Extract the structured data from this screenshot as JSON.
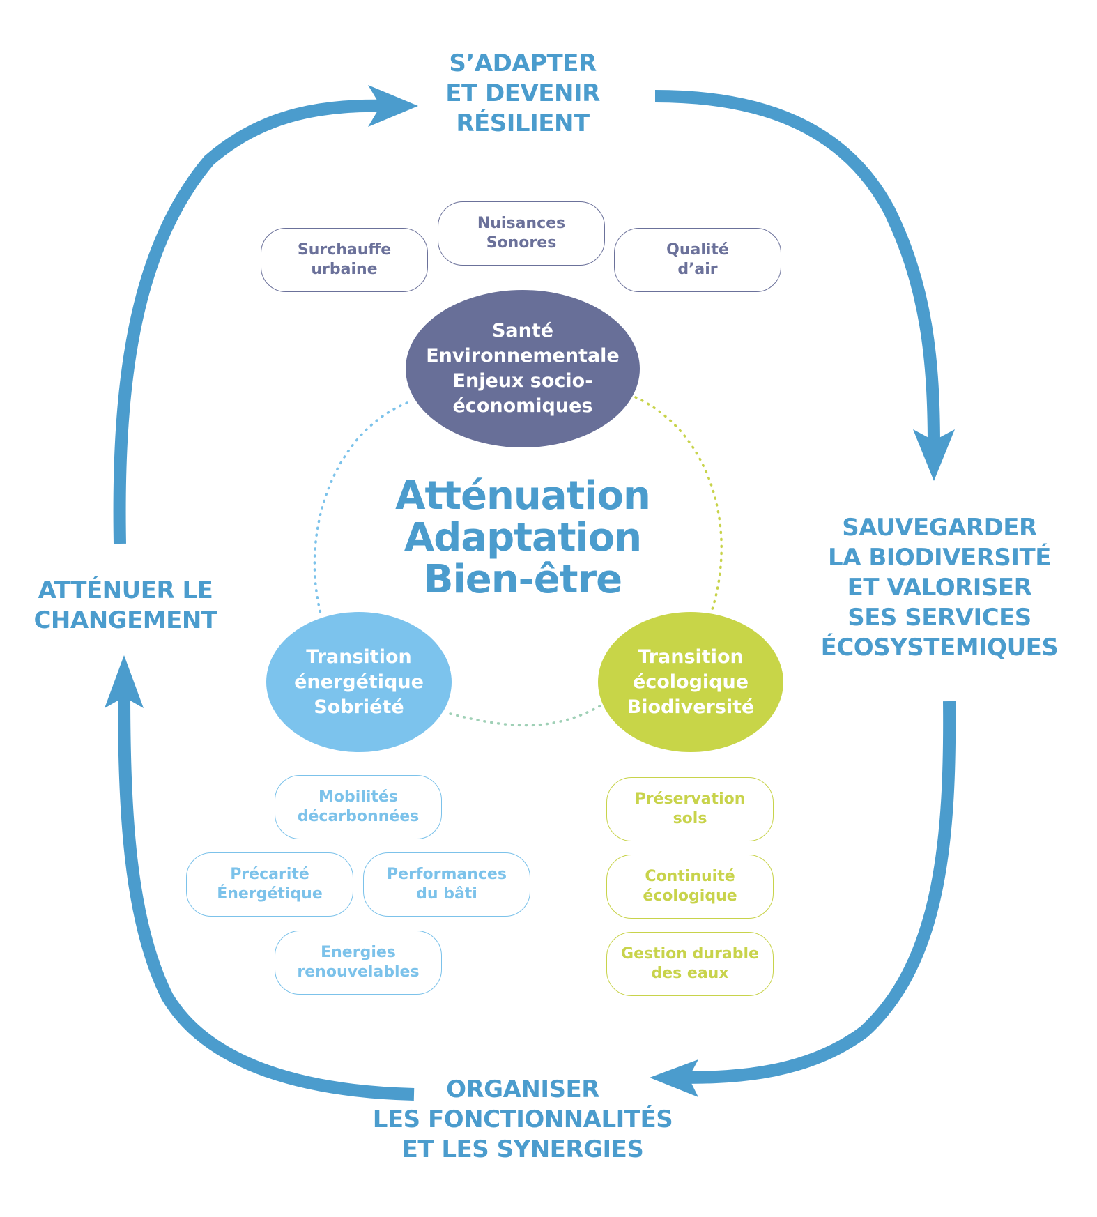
{
  "colors": {
    "cycle_blue": "#4b9ccd",
    "health": "#686f98",
    "energy": "#7cc3ed",
    "eco": "#c8d548"
  },
  "cycle": {
    "top": "S’ADAPTER\nET DEVENIR\nRÉSILIENT",
    "right": "SAUVEGARDER\nLA BIODIVERSITÉ\nET VALORISER\nSES SERVICES\nÉCOSYSTEMIQUES",
    "bottom": "ORGANISER\nLES FONCTIONNALITÉS\nET LES SYNERGIES",
    "left": "ATTÉNUER LE\nCHANGEMENT"
  },
  "center": {
    "title": "Atténuation\nAdaptation\nBien-être"
  },
  "health": {
    "label": "Santé\nEnvironnementale\nEnjeux socio-\néconomiques",
    "items": [
      "Surchauffe\nurbaine",
      "Nuisances\nSonores",
      "Qualité\nd’air"
    ]
  },
  "energy": {
    "label": "Transition\nénergétique\nSobriété",
    "items": [
      "Mobilités\ndécarbonnées",
      "Précarité\nÉnergétique",
      "Performances\ndu bâti",
      "Energies\nrenouvelables"
    ]
  },
  "eco": {
    "label": "Transition\nécologique\nBiodiversité",
    "items": [
      "Préservation\nsols",
      "Continuité\nécologique",
      "Gestion durable\ndes eaux"
    ]
  }
}
